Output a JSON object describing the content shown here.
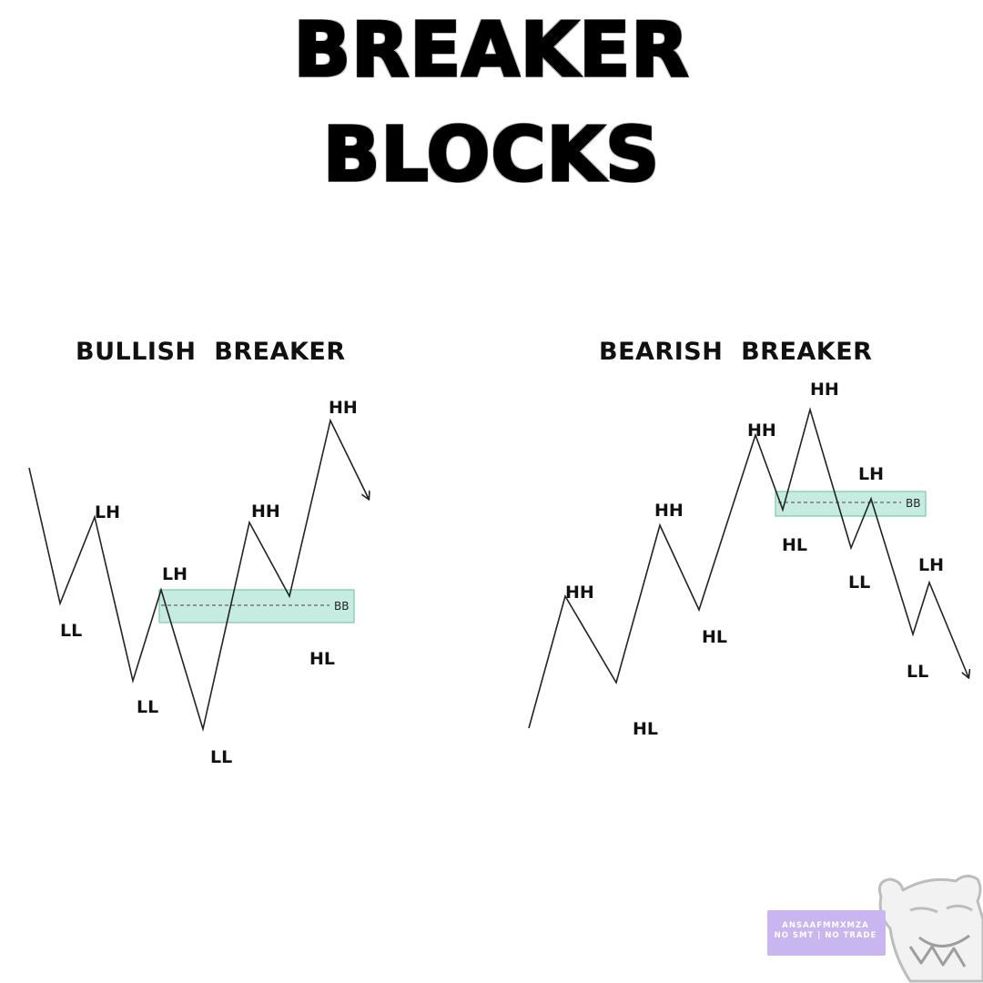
{
  "title": {
    "line1": "BREAKER",
    "line2": "BLOCKS"
  },
  "bullish": {
    "title": "BULLISH  BREAKER",
    "zone_label": "BB",
    "labels": [
      "LH",
      "LL",
      "LL",
      "LH",
      "LL",
      "HH",
      "HL",
      "HH"
    ]
  },
  "bearish": {
    "title": "BEARISH  BREAKER",
    "zone_label": "BB",
    "labels": [
      "HH",
      "HL",
      "HH",
      "HL",
      "HH",
      "HL",
      "HH",
      "LH",
      "LL",
      "LH",
      "LL"
    ]
  },
  "watermark": {
    "line1": "ANSAAFMMXMZA",
    "line2": "NO SMT | NO TRADE",
    "logo_icon": "bear-head-icon",
    "band_color": "#c9b5f0"
  },
  "colors": {
    "zone_fill": "#a7e0cf",
    "zone_stroke": "#79c7ad",
    "line": "#222222"
  }
}
